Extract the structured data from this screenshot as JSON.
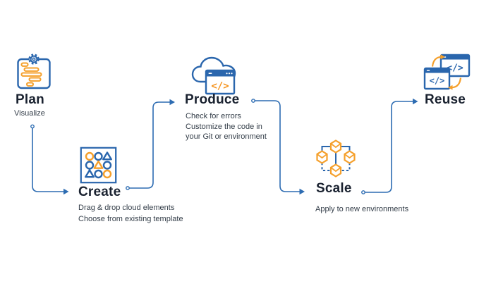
{
  "diagram": {
    "title": "cloud workflow process diagram",
    "code_glyph": "</>",
    "steps": [
      {
        "id": "plan",
        "title": "Plan",
        "icon": "gantt-board-gear-icon",
        "desc_lines": [
          "Visualize"
        ]
      },
      {
        "id": "create",
        "title": "Create",
        "icon": "shapes-grid-icon",
        "desc_lines": [
          "Drag & drop cloud elements",
          "Choose from existing template"
        ]
      },
      {
        "id": "produce",
        "title": "Produce",
        "icon": "cloud-code-window-icon",
        "desc_lines": [
          "Check for errors",
          "Customize the code in",
          "your Git or environment"
        ]
      },
      {
        "id": "scale",
        "title": "Scale",
        "icon": "hexagon-network-icon",
        "desc_lines": [
          "Apply to new environments"
        ]
      },
      {
        "id": "reuse",
        "title": "Reuse",
        "icon": "code-windows-cycle-icon",
        "desc_lines": []
      }
    ],
    "flow_order": "Plan → Create → Produce → Scale → Reuse",
    "colors": {
      "icon_blue": "#2a66ad",
      "connector_blue": "#2d6cb2",
      "accent_orange": "#f5a02c",
      "title_text": "#1a2230",
      "desc_text": "#333d48",
      "background": "#ffffff"
    }
  }
}
